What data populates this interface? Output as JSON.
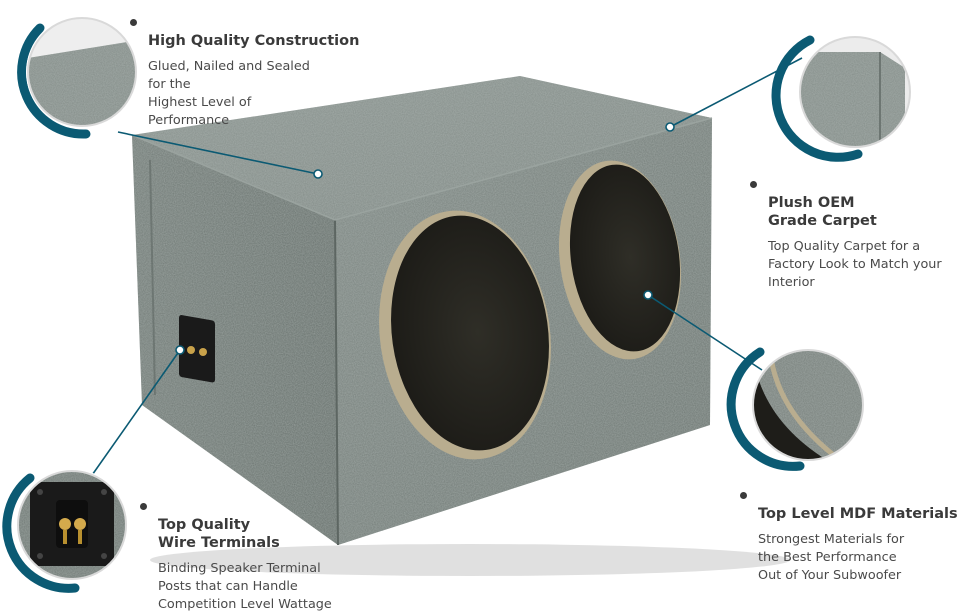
{
  "colors": {
    "accent": "#0b5a73",
    "carpet": "#7a837f",
    "text": "#3a3a3a"
  },
  "features": [
    {
      "id": "construction",
      "title": "High Quality Construction",
      "desc": "Glued, Nailed and Sealed\nfor the\nHighest Level of\nPerformance"
    },
    {
      "id": "carpet",
      "title": "Plush OEM\nGrade Carpet",
      "desc": "Top Quality Carpet for a\nFactory Look to Match your\nInterior"
    },
    {
      "id": "mdf",
      "title": "Top Level MDF Materials",
      "desc": "Strongest Materials for\nthe Best Performance\nOut of  Your Subwoofer"
    },
    {
      "id": "terminals",
      "title": "Top Quality\nWire Terminals",
      "desc": "Binding Speaker Terminal\nPosts that can Handle\nCompetition Level Wattage"
    }
  ]
}
